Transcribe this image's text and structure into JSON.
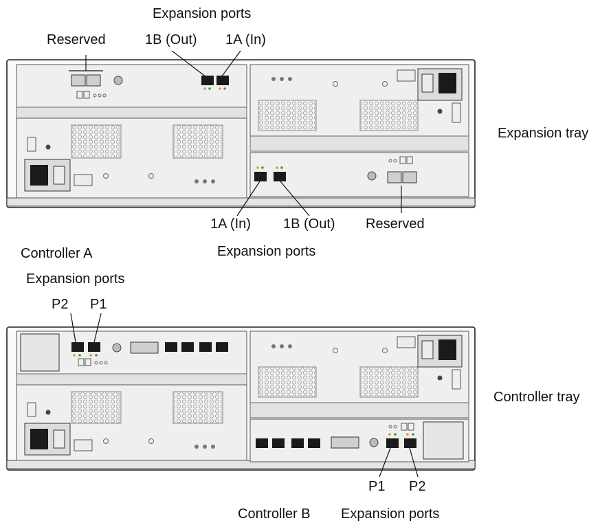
{
  "labels": {
    "expansion_tray": {
      "top_expansion_ports": "Expansion ports",
      "top_reserved": "Reserved",
      "top_port_1b": "1B (Out)",
      "top_port_1a": "1A (In)",
      "tray_name": "Expansion tray",
      "bottom_port_1a": "1A (In)",
      "bottom_port_1b": "1B (Out)",
      "bottom_reserved": "Reserved",
      "bottom_expansion_ports": "Expansion ports"
    },
    "controller_tray": {
      "controller_a": "Controller A",
      "controller_a_expansion_ports": "Expansion ports",
      "port_p2_top": "P2",
      "port_p1_top": "P1",
      "tray_name": "Controller tray",
      "port_p1_bottom": "P1",
      "port_p2_bottom": "P2",
      "controller_b": "Controller B",
      "controller_b_expansion_ports": "Expansion ports"
    }
  },
  "colors": {
    "chassis_stroke": "#222222",
    "port_fill": "#1a1a1a",
    "led_green": "#3c9a3c",
    "led_amber": "#d99a2b",
    "vent_grid": "#9a9a9a"
  }
}
